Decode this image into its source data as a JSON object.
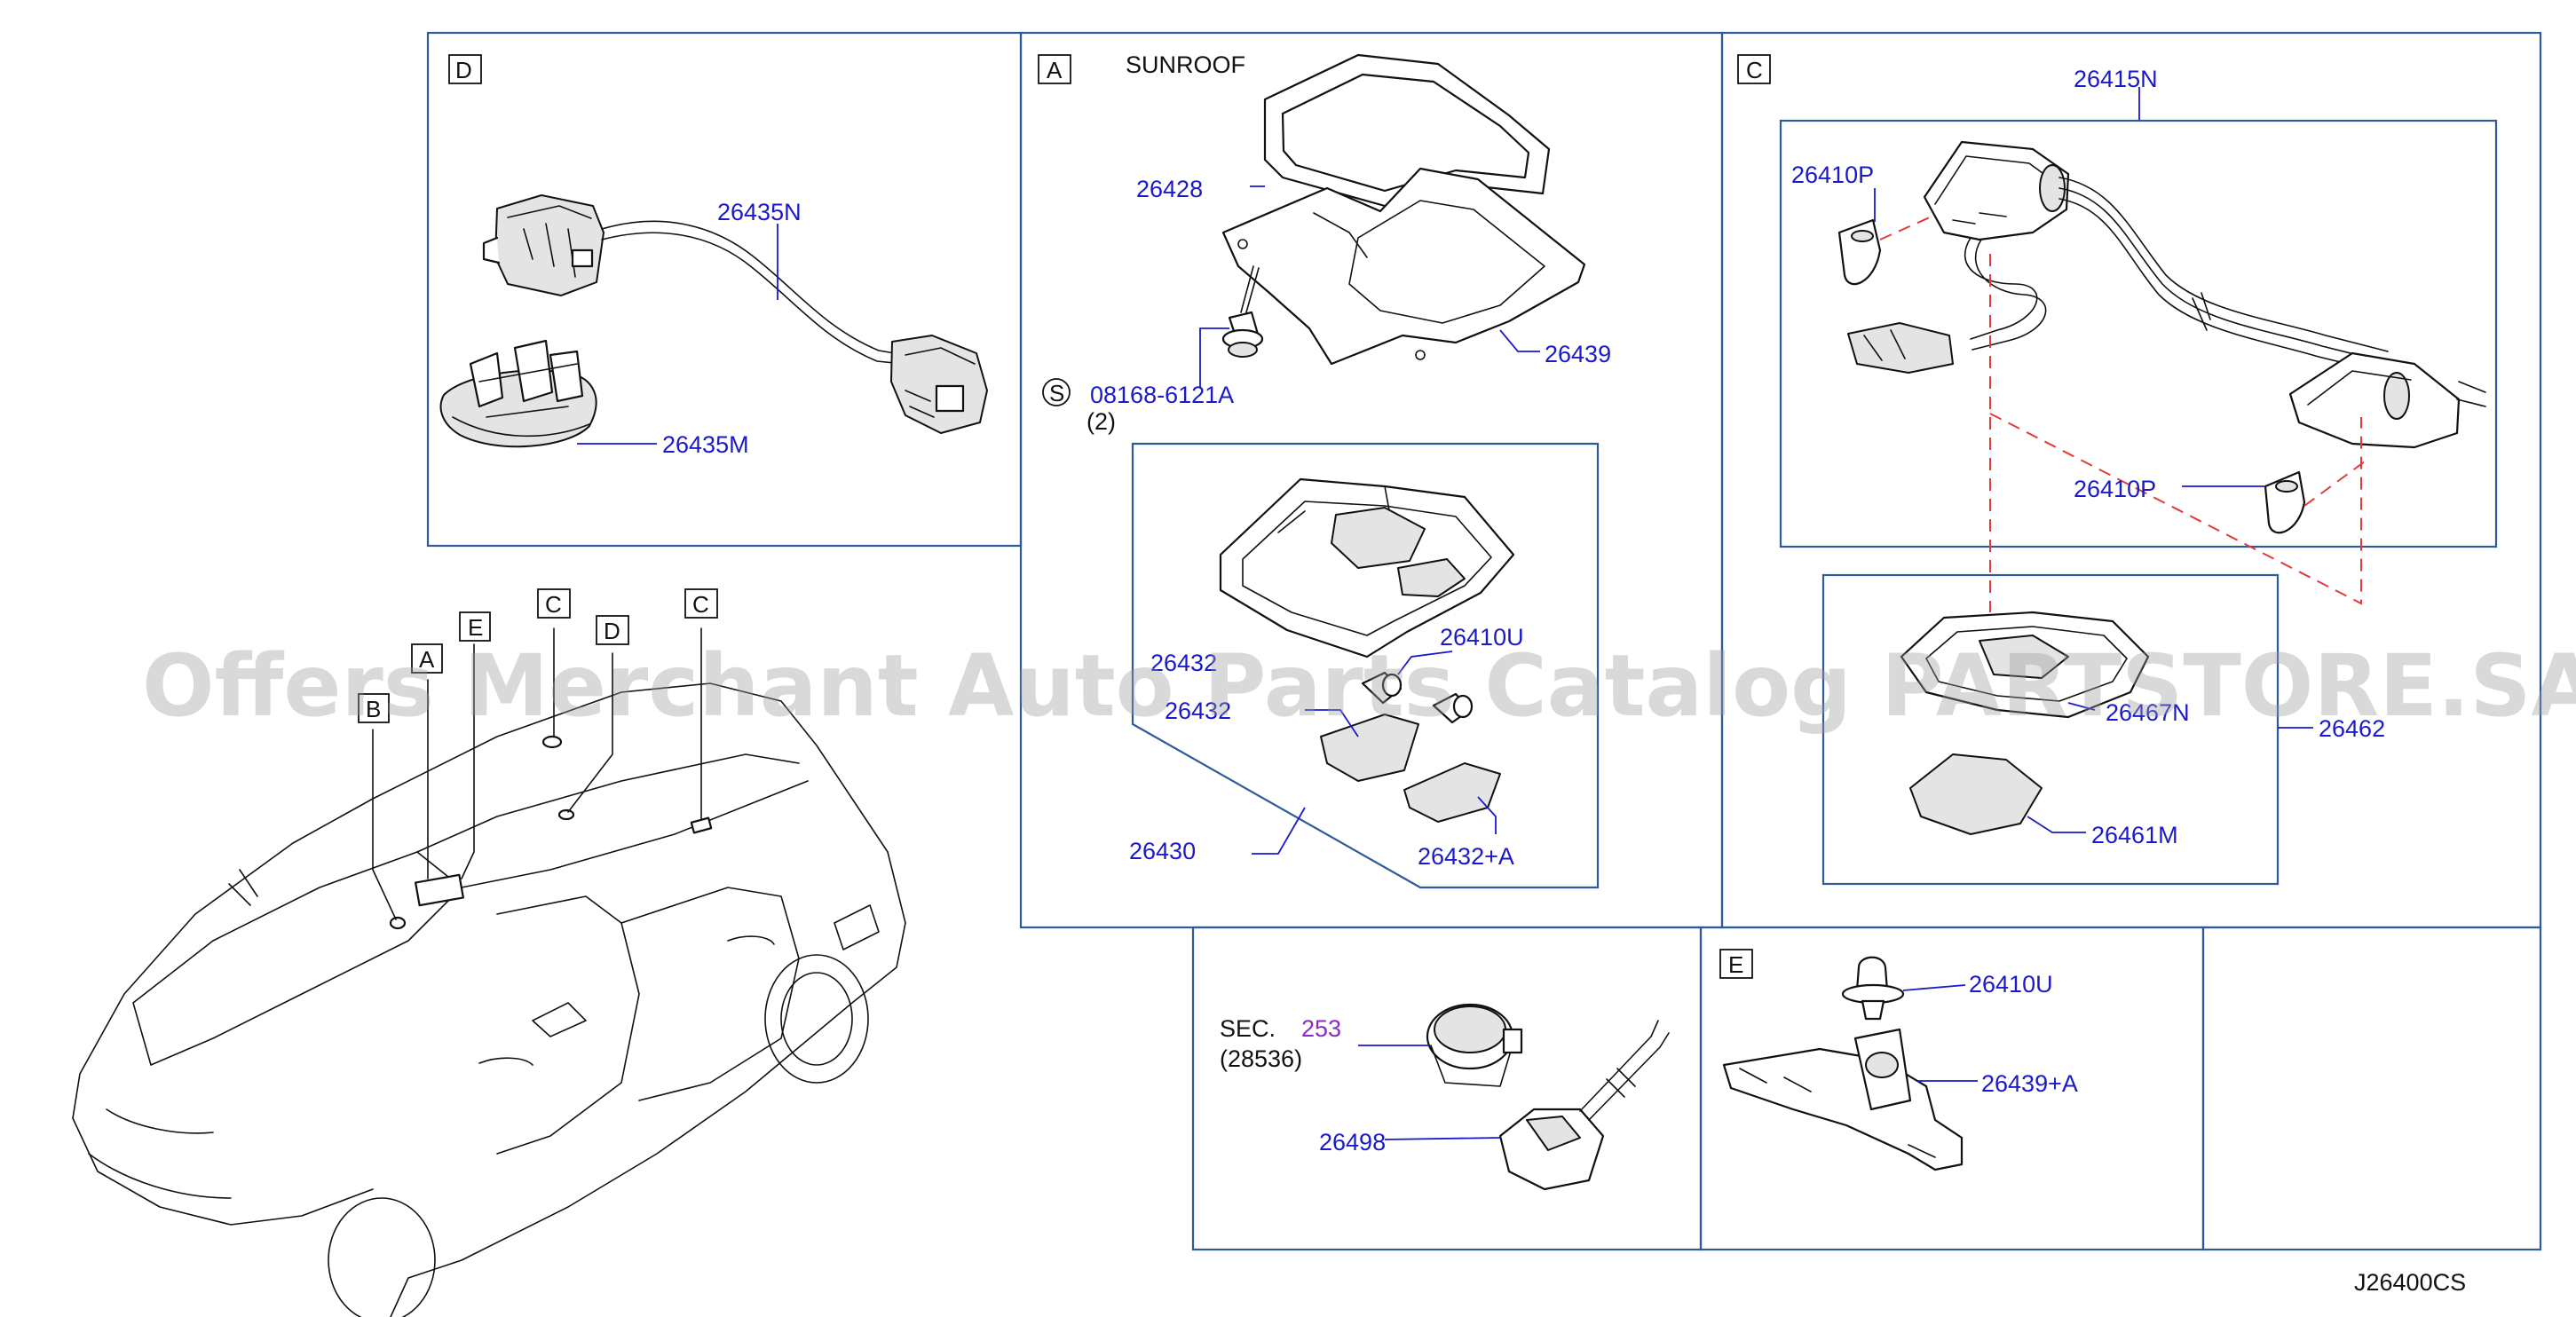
{
  "diagram_code": "J26400CS",
  "watermark": "Offers Merchant Auto Parts Catalog PARTSTORE.SA",
  "colors": {
    "part_label": "#1a1acc",
    "frame": "#2e5a9c",
    "ref_section": "#8a2bc8",
    "dashed_reference": "#e23a3a"
  },
  "panels": {
    "D": {
      "tag": "D",
      "labels": {
        "harness": "26435N",
        "bracket": "26435M"
      }
    },
    "A": {
      "tag": "A",
      "title": "SUNROOF",
      "labels": {
        "plate": "26428",
        "bracket": "26439",
        "screw": "08168-6121A",
        "screw_qty": "(2)",
        "screw_symbol": "S",
        "bulb": "26410U",
        "lens_upper": "26432",
        "lens_lower": "26432+A",
        "assembly": "26430"
      }
    },
    "C": {
      "tag": "C",
      "labels": {
        "harness": "26415N",
        "bulb_left": "26410P",
        "bulb_right": "26410P",
        "housing": "26467N",
        "assembly": "26462",
        "lens": "26461M"
      }
    },
    "SEC": {
      "sec_prefix": "SEC.",
      "sec_number": "253",
      "sec_sub": "(28536)",
      "labels": {
        "sensor": "26498"
      }
    },
    "E": {
      "tag": "E",
      "labels": {
        "clip": "26410U",
        "bracket": "26439+A"
      }
    }
  },
  "vehicle_callouts": [
    "B",
    "A",
    "E",
    "C",
    "D",
    "C"
  ]
}
